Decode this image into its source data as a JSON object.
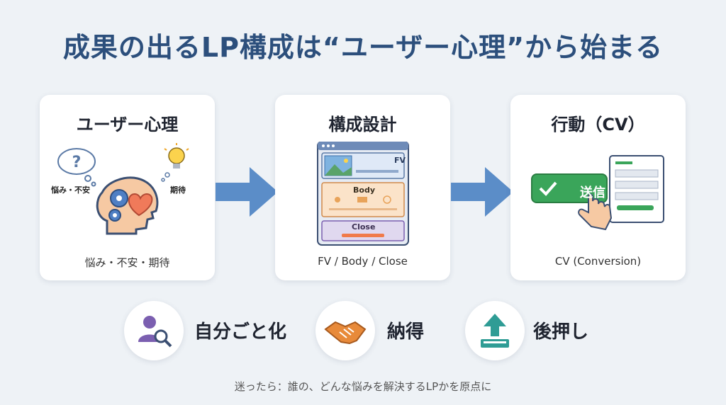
{
  "title": "成果の出るLP構成は“ユーザー心理”から始まる",
  "steps": [
    {
      "title": "ユーザー心理",
      "caption": "悩み・不安・期待",
      "label_left": "悩み・不安",
      "label_right": "期待",
      "icon": "head-heart-gear-icon"
    },
    {
      "title": "構成設計",
      "caption": "FV / Body / Close",
      "sections": [
        "FV",
        "Body",
        "Close"
      ],
      "icon": "lp-wireframe-icon"
    },
    {
      "title": "行動（CV）",
      "caption": "CV (Conversion)",
      "button_label": "送信",
      "icon": "submit-form-icon"
    }
  ],
  "values": [
    {
      "label": "自分ごと化",
      "icon": "user-search-icon",
      "color": "#7b5fb0"
    },
    {
      "label": "納得",
      "icon": "handshake-icon",
      "color": "#e88a3a"
    },
    {
      "label": "後押し",
      "icon": "upload-icon",
      "color": "#2f9c95"
    }
  ],
  "footer": "迷ったら：誰の、どんな悩みを解決するLPかを原点に",
  "colors": {
    "title": "#2c4f7c",
    "arrow": "#5b8dc8",
    "cv_green": "#3aa55a"
  }
}
